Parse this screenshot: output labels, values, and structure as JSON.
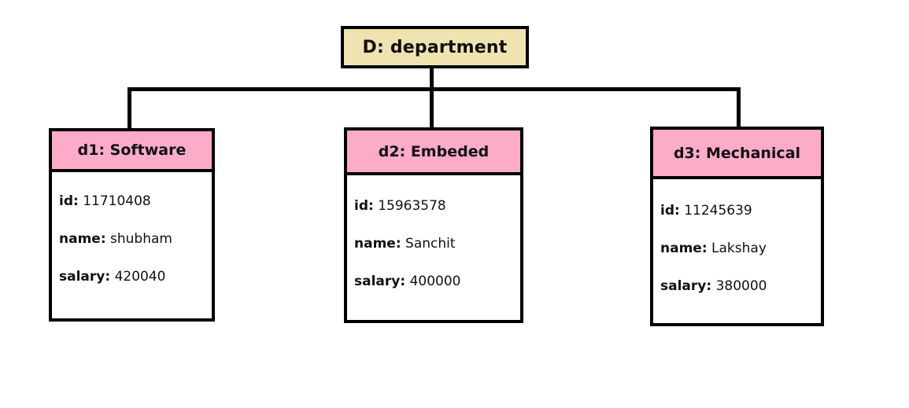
{
  "root": {
    "label": "D: department"
  },
  "departments": [
    {
      "title": "d1: Software",
      "id_label": "id:",
      "id_value": "11710408",
      "name_label": "name:",
      "name_value": "shubham",
      "salary_label": "salary:",
      "salary_value": "420040"
    },
    {
      "title": "d2: Embeded",
      "id_label": "id:",
      "id_value": "15963578",
      "name_label": "name:",
      "name_value": "Sanchit",
      "salary_label": "salary:",
      "salary_value": "400000"
    },
    {
      "title": "d3: Mechanical",
      "id_label": "id:",
      "id_value": "11245639",
      "name_label": "name:",
      "name_value": "Lakshay",
      "salary_label": "salary:",
      "salary_value": "380000"
    }
  ],
  "colors": {
    "root_fill": "#efe3b1",
    "header_fill": "#fcabc8",
    "border": "#000000"
  }
}
